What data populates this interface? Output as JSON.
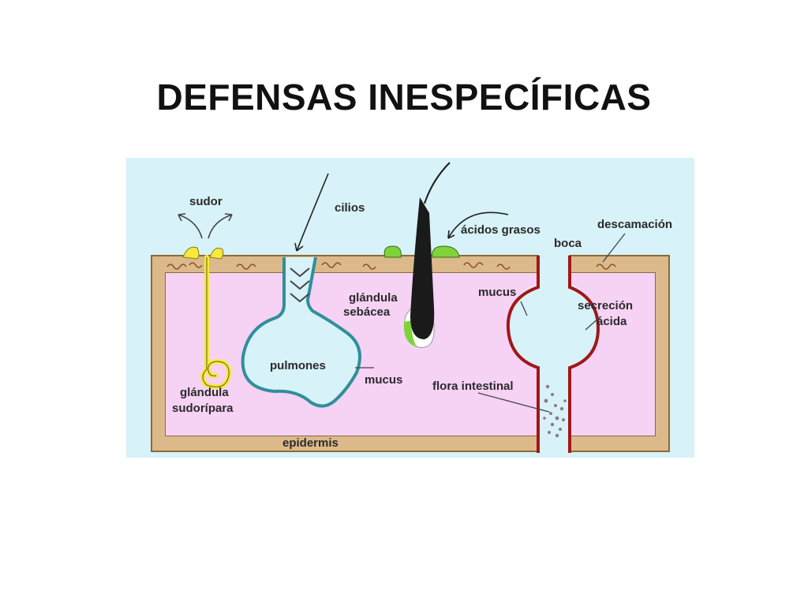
{
  "title": "DEFENSAS INESPECÍFICAS",
  "colors": {
    "panel_bg": "#d7f2f8",
    "skin_tan": "#dcb98a",
    "skin_edge": "#8a6a3a",
    "inner_pink": "#f6d2f5",
    "lung_fill": "#d7f2f8",
    "lung_edge": "#2f8f9a",
    "gut_red": "#a01818",
    "sweat_yellow": "#f4ea3a",
    "sebum_green": "#7fd33a",
    "hair_black": "#1a1a1a"
  },
  "labels": {
    "sudor": "sudor",
    "cilios": "cilios",
    "acidos_grasos": "ácidos grasos",
    "descamacion": "descamación",
    "boca": "boca",
    "glandula_sebacea_1": "glándula",
    "glandula_sebacea_2": "sebácea",
    "mucus_gut": "mucus",
    "secrecion_1": "secreción",
    "secrecion_2": "ácida",
    "pulmones": "pulmones",
    "mucus_lung": "mucus",
    "flora_intestinal": "flora intestinal",
    "glandula_sudoripara_1": "glándula",
    "glandula_sudoripara_2": "sudorípara",
    "epidermis": "epidermis"
  }
}
